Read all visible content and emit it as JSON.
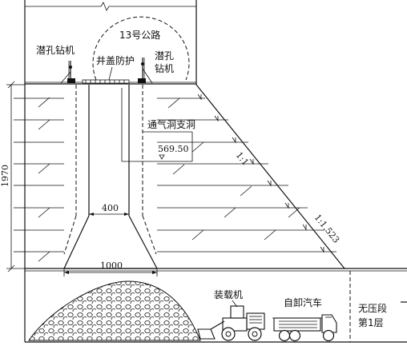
{
  "labels": {
    "road": "13号公路",
    "rig_left": "潜孔钻机",
    "rig_right_1": "潜孔",
    "rig_right_2": "钻机",
    "well_cover": "井盖防护",
    "vent_tunnel": "通气洞支洞",
    "elevation": "569.50",
    "slope_1": "1:1",
    "slope_2": "1:1.523",
    "height": "1970",
    "inner_width": "400",
    "bottom_width": "1000",
    "loader": "装载机",
    "truck": "自卸汽车",
    "section_1": "无压段",
    "section_2": "第1层"
  }
}
